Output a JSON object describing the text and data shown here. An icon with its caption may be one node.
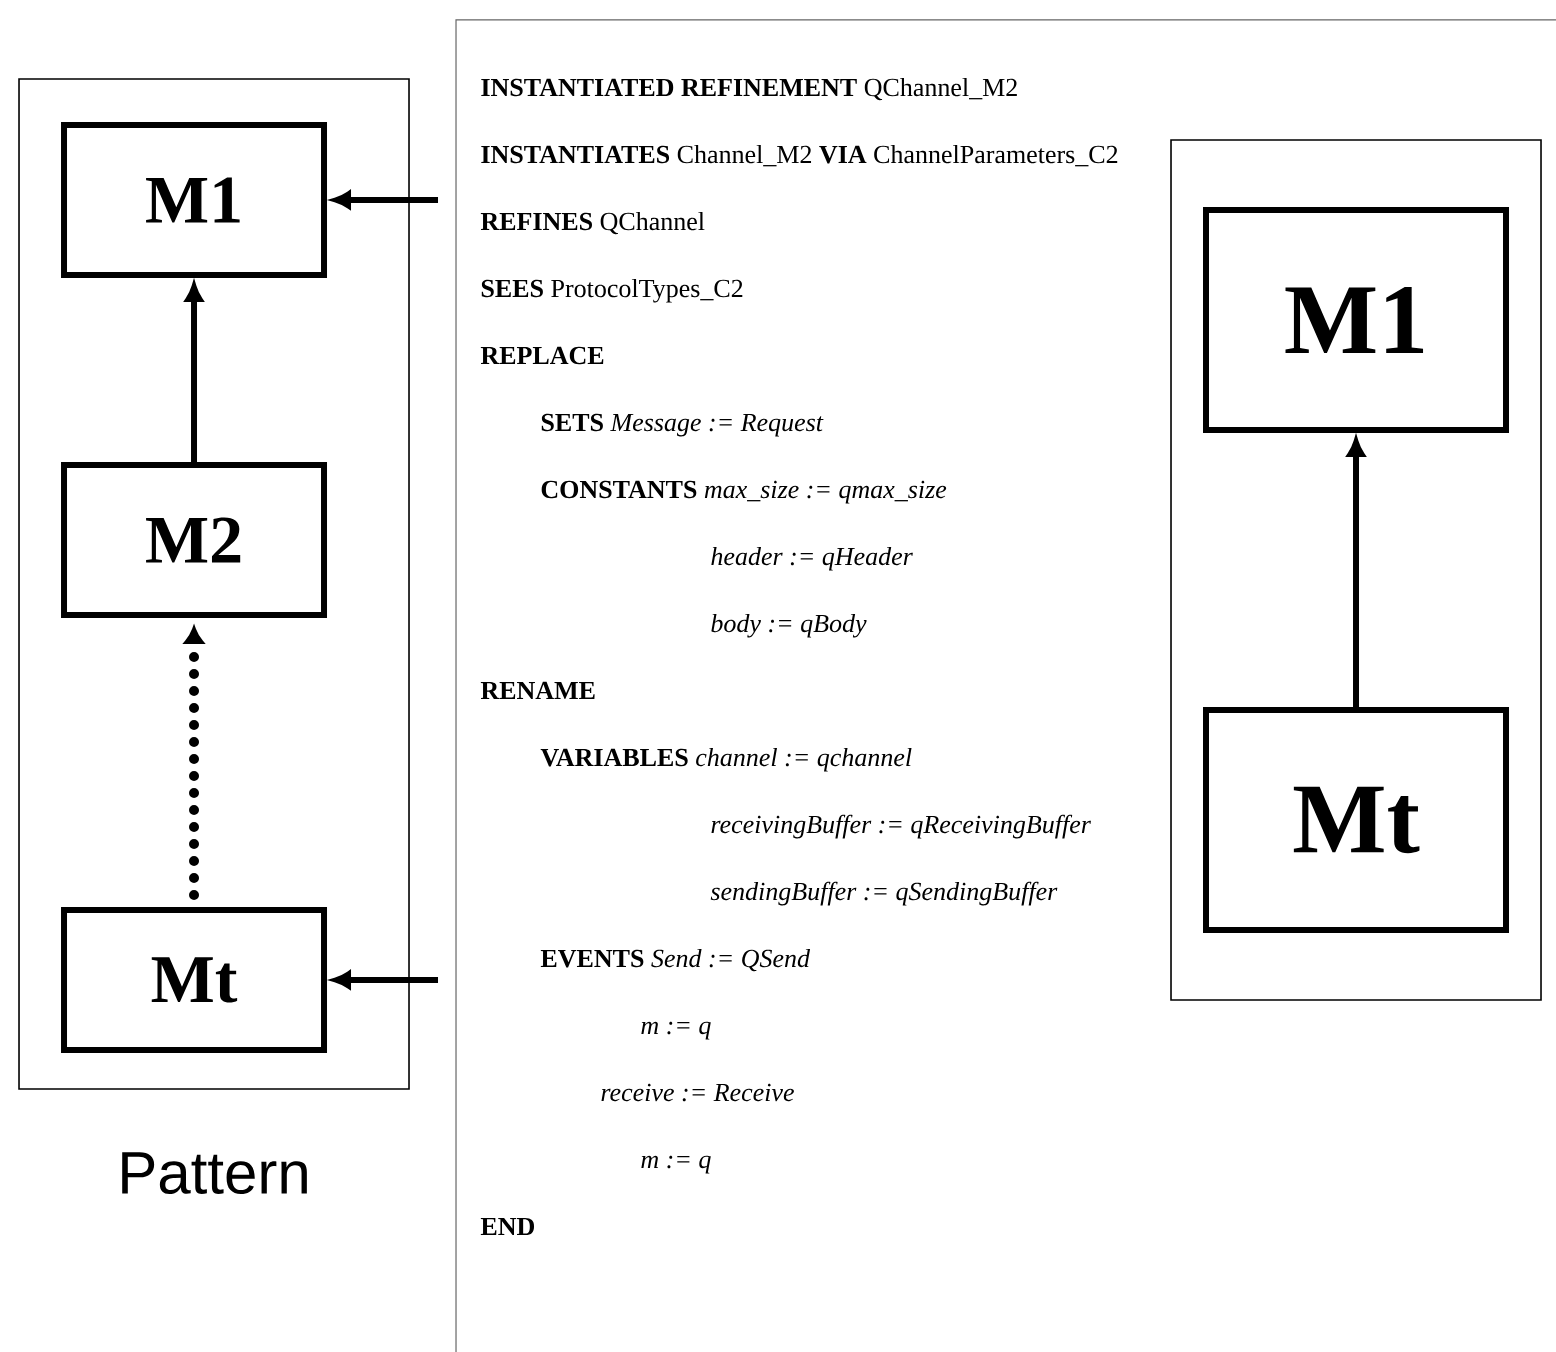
{
  "diagram": {
    "nodes": [
      {
        "text": [
          "Pattern"
        ]
      },
      {
        "text": [
          "M1"
        ],
        "in": 0
      },
      {
        "text": [
          "M2"
        ],
        "in": 0
      },
      {
        "text": [
          "Mt"
        ],
        "in": 0
      },
      {
        "text": [],
        "shape": "box"
      },
      {
        "text": [
          "M1"
        ],
        "in": 4
      },
      {
        "text": [
          "Mt"
        ],
        "in": 4
      }
    ],
    "edges": [
      {
        "from": 2,
        "to": 1,
        "arrow": "to"
      },
      {
        "from": 3,
        "to": 2,
        "arrow": "to",
        "style": "dashed"
      },
      {
        "from": null,
        "to": 1,
        "arrow": "to"
      },
      {
        "from": null,
        "to": 3,
        "arrow": "to"
      },
      {
        "from": 6,
        "to": 5,
        "arrow": "to"
      }
    ],
    "labels": [
      "**INSTANTIATED REFINEMENT** QChannel_M2",
      "**INSTANTIATES** Channel_M2 **VIA** ChannelParameters_C2",
      "**REFINES** QChannel",
      "**SEES** ProtocolTypes_C2",
      "REPLACE",
      "**SETS** *Message := Request*",
      "**CONSTANTS** *max_size := qmax_size*",
      "header := qHeader",
      "body := qBody",
      "RENAME",
      "**VARIABLES** *channel := qchannel*",
      "receivingBuffer := qReceivingBuffer",
      "sendingBuffer := qSendingBuffer",
      "**EVENTS** *Send := QSend*",
      "m := q",
      "receive := Receive",
      "m := q",
      "END"
    ]
  }
}
